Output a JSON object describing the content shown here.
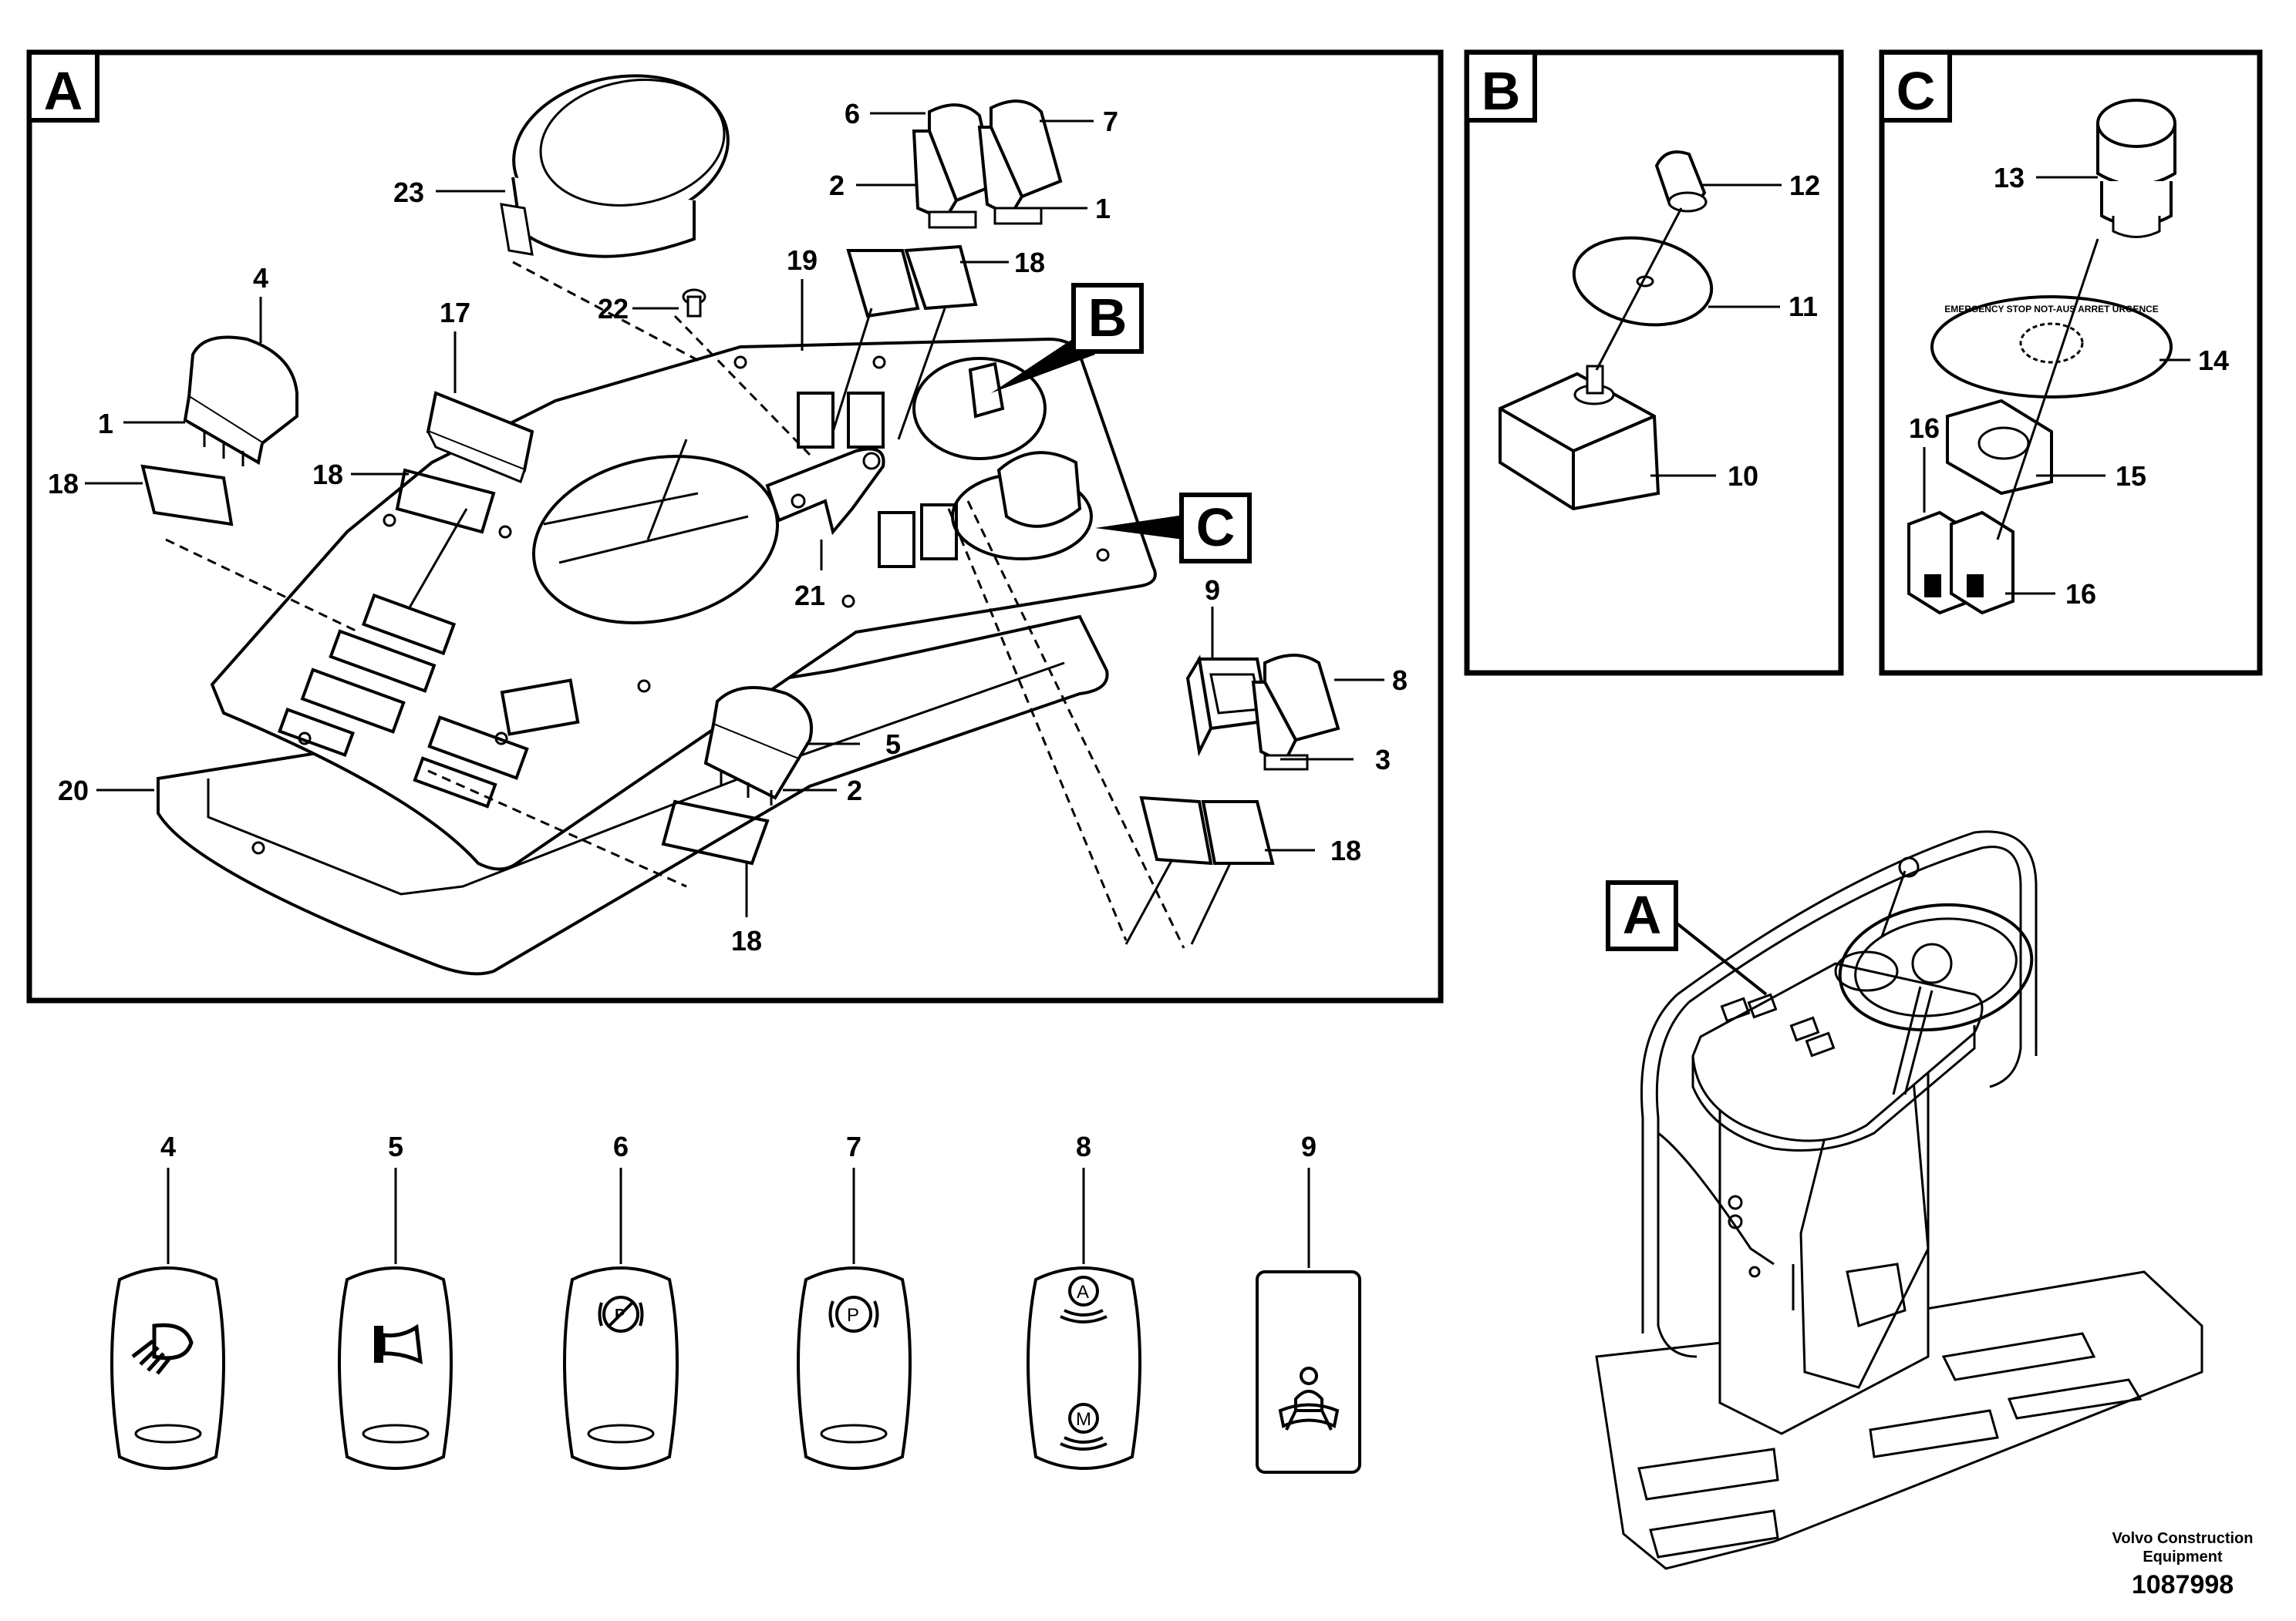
{
  "panels": {
    "a": {
      "letter": "A"
    },
    "b": {
      "letter": "B"
    },
    "c": {
      "letter": "C"
    }
  },
  "callouts": {
    "b": "B",
    "c": "C",
    "a_overview": "A"
  },
  "labels": {
    "p23": "23",
    "p6": "6",
    "p7": "7",
    "p2_top": "2",
    "p1_top": "1",
    "p18_top": "18",
    "p19": "19",
    "p22": "22",
    "p4": "4",
    "p17": "17",
    "p1_left": "1",
    "p18_left": "18",
    "p18_mid": "18",
    "p21": "21",
    "p9": "9",
    "p8": "8",
    "p5": "5",
    "p2_bottom": "2",
    "p3": "3",
    "p20": "20",
    "p18_right": "18",
    "p18_bottom": "18",
    "p12": "12",
    "p11": "11",
    "p10": "10",
    "p13": "13",
    "p14": "14",
    "p16_top": "16",
    "p15": "15",
    "p16_bottom": "16"
  },
  "switch_legend": [
    {
      "number": "4",
      "icon": "work-light-icon"
    },
    {
      "number": "5",
      "icon": "horn-icon"
    },
    {
      "number": "6",
      "icon": "parking-brake-released-icon"
    },
    {
      "number": "7",
      "icon": "parking-brake-icon"
    },
    {
      "number": "8",
      "icon": "auto-manual-mode-icon"
    },
    {
      "number": "9",
      "icon": "operator-seat-icon"
    }
  ],
  "footer": {
    "company": "Volvo Construction",
    "company_line2": "Equipment",
    "doc_number": "1087998"
  },
  "estop_text": {
    "ring": "EMERGENCY STOP  NOT-AUS  ARRET URGENCE"
  }
}
